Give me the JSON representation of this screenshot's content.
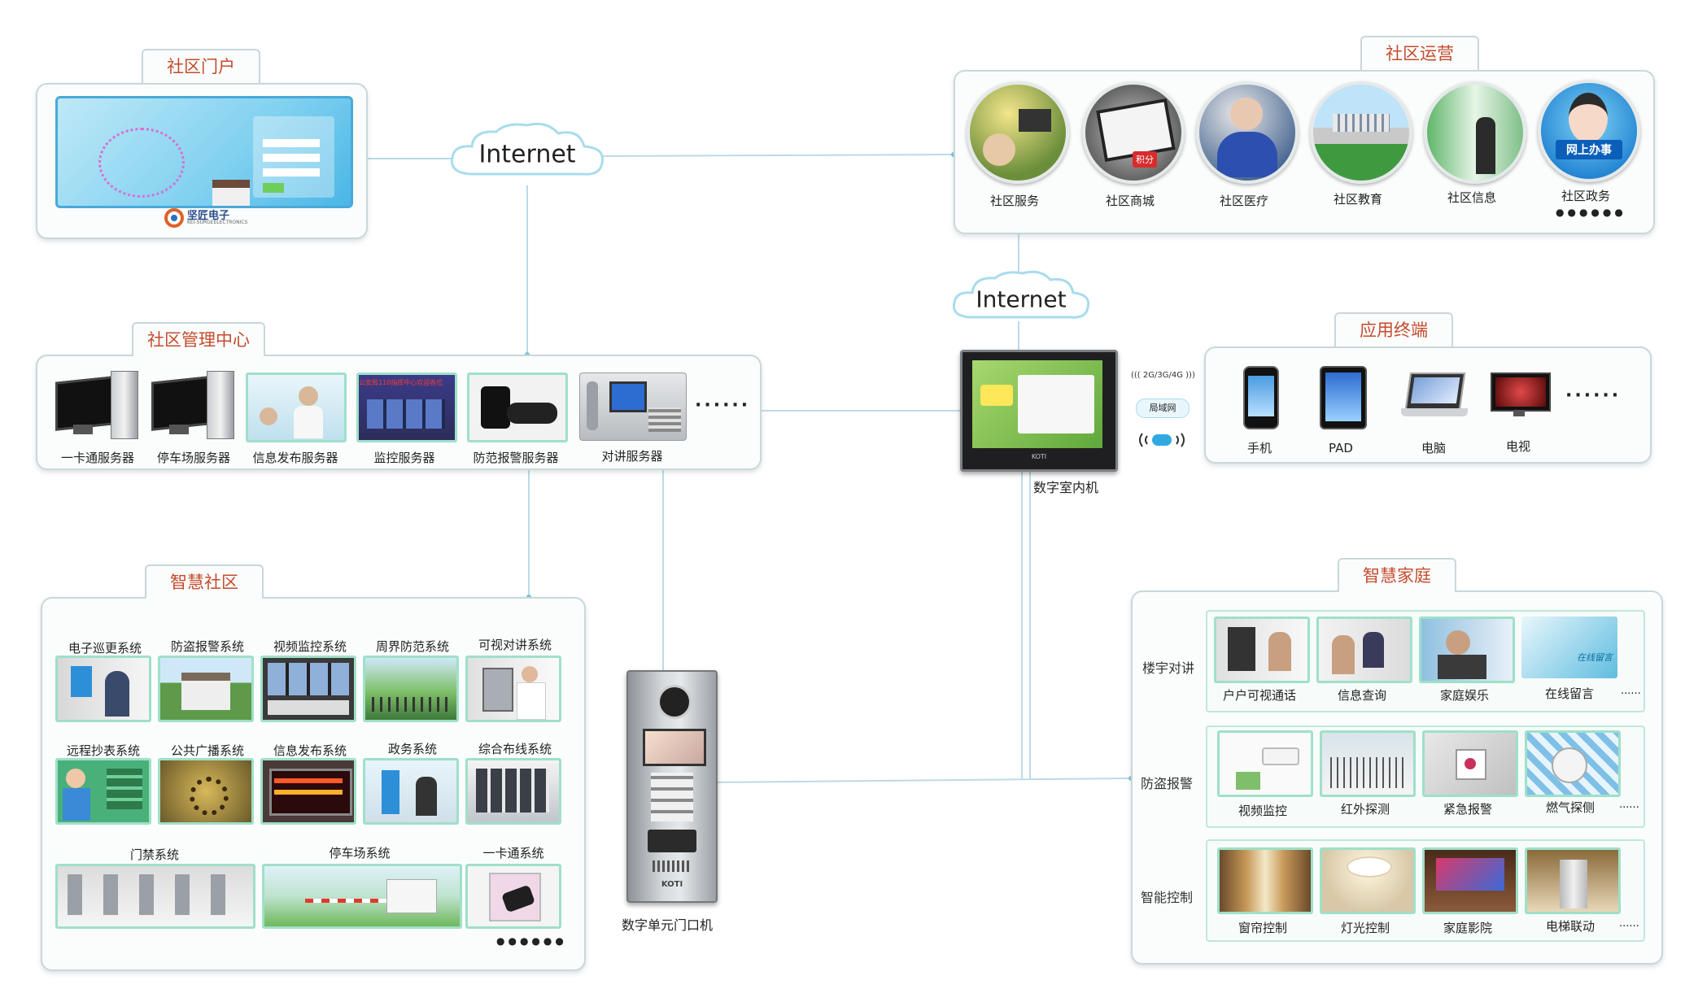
{
  "internet_top": "Internet",
  "internet_mid": "Internet",
  "portal": {
    "tab": "社区门户",
    "brand_cn": "坚匠电子",
    "brand_en": "KEI-SURGEELECTRONICS"
  },
  "operations": {
    "tab": "社区运营",
    "items": [
      "社区服务",
      "社区商城",
      "社区医疗",
      "社区教育",
      "社区信息",
      "社区政务"
    ],
    "more": "●●●●●●",
    "badge_text": "网上办事",
    "shop_badge": "积分"
  },
  "management": {
    "tab": "社区管理中心",
    "items": [
      "一卡通服务器",
      "停车场服务器",
      "信息发布服务器",
      "监控服务器",
      "防范报警服务器",
      "对讲服务器"
    ],
    "more": "······",
    "banner_text": "公安局110指挥中心欢迎各位"
  },
  "terminals": {
    "tab": "应用终端",
    "items": [
      "手机",
      "PAD",
      "电脑",
      "电视"
    ],
    "more": "······"
  },
  "indoor": {
    "label": "数字室内机",
    "net_label": "局域网",
    "wireless_label": "2G/3G/4G",
    "brand": "KOTI"
  },
  "smart_community": {
    "tab": "智慧社区",
    "row1": [
      "电子巡更系统",
      "防盗报警系统",
      "视频监控系统",
      "周界防范系统",
      "可视对讲系统"
    ],
    "row2": [
      "远程抄表系统",
      "公共广播系统",
      "信息发布系统",
      "政务系统",
      "综合布线系统"
    ],
    "row3": [
      "门禁系统",
      "停车场系统",
      "一卡通系统"
    ],
    "more": "●●●●●●"
  },
  "door_unit": {
    "label": "数字单元门口机",
    "brand": "KOTI"
  },
  "smart_home": {
    "tab": "智慧家庭",
    "sections": [
      {
        "title": "楼宇对讲",
        "items": [
          "户户可视通话",
          "信息查询",
          "家庭娱乐",
          "在线留言"
        ],
        "more": "......",
        "badge": "在线留言"
      },
      {
        "title": "防盗报警",
        "items": [
          "视频监控",
          "红外探测",
          "紧急报警",
          "燃气探侧"
        ],
        "more": "......"
      },
      {
        "title": "智能控制",
        "items": [
          "窗帘控制",
          "灯光控制",
          "家庭影院",
          "电梯联动"
        ],
        "more": "......"
      }
    ]
  },
  "colors": {
    "accent": "#c44b2c",
    "border": "#c9d7da",
    "wire": "#b9dbe6",
    "mint": "#bfe8dc"
  }
}
